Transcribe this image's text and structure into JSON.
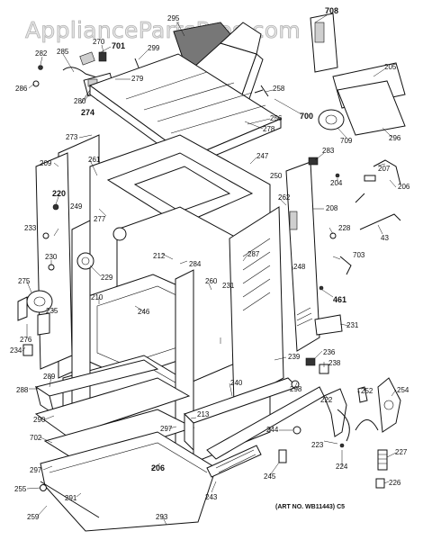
{
  "watermark": "AppliancePartsPros.com",
  "art_number": "(ART NO. WB11443) C5",
  "labels": [
    {
      "id": "l708",
      "text": "708",
      "bold": true
    },
    {
      "id": "l295",
      "text": "295",
      "bold": false
    },
    {
      "id": "l270",
      "text": "270",
      "bold": false
    },
    {
      "id": "l701",
      "text": "701",
      "bold": true
    },
    {
      "id": "l282",
      "text": "282",
      "bold": false
    },
    {
      "id": "l285",
      "text": "285",
      "bold": false
    },
    {
      "id": "l299",
      "text": "299",
      "bold": false
    },
    {
      "id": "l279",
      "text": "279",
      "bold": false
    },
    {
      "id": "l286",
      "text": "286",
      "bold": false
    },
    {
      "id": "l280",
      "text": "280",
      "bold": false
    },
    {
      "id": "l274",
      "text": "274",
      "bold": true
    },
    {
      "id": "l205",
      "text": "205",
      "bold": false
    },
    {
      "id": "l258",
      "text": "258",
      "bold": false
    },
    {
      "id": "l700",
      "text": "700",
      "bold": true
    },
    {
      "id": "l256",
      "text": "256",
      "bold": false
    },
    {
      "id": "l278",
      "text": "278",
      "bold": false
    },
    {
      "id": "l296",
      "text": "296",
      "bold": false
    },
    {
      "id": "l709",
      "text": "709",
      "bold": false
    },
    {
      "id": "l273",
      "text": "273",
      "bold": false
    },
    {
      "id": "l283",
      "text": "283",
      "bold": false
    },
    {
      "id": "l207",
      "text": "207",
      "bold": false
    },
    {
      "id": "l247",
      "text": "247",
      "bold": false
    },
    {
      "id": "l261",
      "text": "261",
      "bold": false
    },
    {
      "id": "l209",
      "text": "209",
      "bold": false
    },
    {
      "id": "l250",
      "text": "250",
      "bold": false
    },
    {
      "id": "l204",
      "text": "204",
      "bold": false
    },
    {
      "id": "l262",
      "text": "262",
      "bold": false
    },
    {
      "id": "l206a",
      "text": "206",
      "bold": false
    },
    {
      "id": "l220",
      "text": "220",
      "bold": true
    },
    {
      "id": "l249",
      "text": "249",
      "bold": false
    },
    {
      "id": "l277",
      "text": "277",
      "bold": false
    },
    {
      "id": "l208",
      "text": "208",
      "bold": false
    },
    {
      "id": "l233",
      "text": "233",
      "bold": false
    },
    {
      "id": "l228",
      "text": "228",
      "bold": false
    },
    {
      "id": "l43",
      "text": "43",
      "bold": false
    },
    {
      "id": "l212",
      "text": "212",
      "bold": false
    },
    {
      "id": "l230",
      "text": "230",
      "bold": false
    },
    {
      "id": "l284",
      "text": "284",
      "bold": false
    },
    {
      "id": "l287",
      "text": "287",
      "bold": false
    },
    {
      "id": "l229",
      "text": "229",
      "bold": false
    },
    {
      "id": "l703",
      "text": "703",
      "bold": false
    },
    {
      "id": "l231a",
      "text": "231",
      "bold": false
    },
    {
      "id": "l248",
      "text": "248",
      "bold": false
    },
    {
      "id": "l275",
      "text": "275",
      "bold": false
    },
    {
      "id": "l260",
      "text": "260",
      "bold": false
    },
    {
      "id": "l461",
      "text": "461",
      "bold": true
    },
    {
      "id": "l210",
      "text": "210",
      "bold": false
    },
    {
      "id": "l235",
      "text": "235",
      "bold": false
    },
    {
      "id": "l246",
      "text": "246",
      "bold": false
    },
    {
      "id": "l276",
      "text": "276",
      "bold": false
    },
    {
      "id": "l231b",
      "text": "231",
      "bold": false
    },
    {
      "id": "l236",
      "text": "236",
      "bold": false
    },
    {
      "id": "l234",
      "text": "234",
      "bold": false
    },
    {
      "id": "l239",
      "text": "239",
      "bold": false
    },
    {
      "id": "l238",
      "text": "238",
      "bold": false
    },
    {
      "id": "l289",
      "text": "289",
      "bold": false
    },
    {
      "id": "l288",
      "text": "288",
      "bold": false
    },
    {
      "id": "l240",
      "text": "240",
      "bold": false
    },
    {
      "id": "l298",
      "text": "298",
      "bold": false
    },
    {
      "id": "l222",
      "text": "222",
      "bold": false
    },
    {
      "id": "l252",
      "text": "252",
      "bold": false
    },
    {
      "id": "l254",
      "text": "254",
      "bold": false
    },
    {
      "id": "l290",
      "text": "290",
      "bold": false
    },
    {
      "id": "l213",
      "text": "213",
      "bold": false
    },
    {
      "id": "l244",
      "text": "244",
      "bold": false
    },
    {
      "id": "l297a",
      "text": "297",
      "bold": false
    },
    {
      "id": "l702",
      "text": "702",
      "bold": false
    },
    {
      "id": "l223",
      "text": "223",
      "bold": false
    },
    {
      "id": "l227",
      "text": "227",
      "bold": false
    },
    {
      "id": "l297b",
      "text": "297",
      "bold": false
    },
    {
      "id": "l206b",
      "text": "206",
      "bold": true
    },
    {
      "id": "l224",
      "text": "224",
      "bold": false
    },
    {
      "id": "l245",
      "text": "245",
      "bold": false
    },
    {
      "id": "l255",
      "text": "255",
      "bold": false
    },
    {
      "id": "l291",
      "text": "291",
      "bold": false
    },
    {
      "id": "l243",
      "text": "243",
      "bold": false
    },
    {
      "id": "l226",
      "text": "226",
      "bold": false
    },
    {
      "id": "l259",
      "text": "259",
      "bold": false
    },
    {
      "id": "l293",
      "text": "293",
      "bold": false
    }
  ]
}
